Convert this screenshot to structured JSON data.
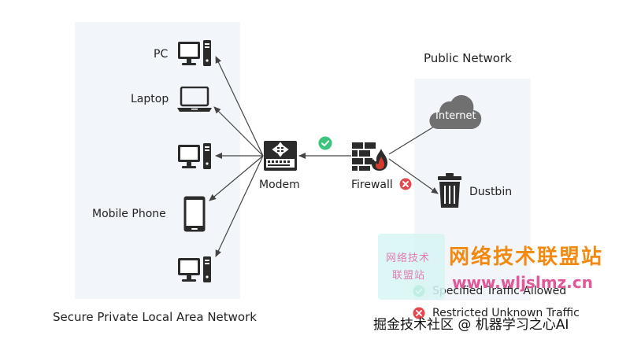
{
  "labels": {
    "lan_title": "Secure Private Local Area Network",
    "public_title": "Public Network",
    "pc": "PC",
    "laptop": "Laptop",
    "mobile_phone": "Mobile Phone",
    "modem": "Modem",
    "firewall": "Firewall",
    "internet": "Internet",
    "dustbin": "Dustbin"
  },
  "legend": {
    "allowed": "Specified Traffic Allowed",
    "restricted": "Restricted Unknown Traffic"
  },
  "watermark": {
    "box_line1": "网络技术",
    "box_line2": "联盟站",
    "title": "网络技术联盟站",
    "url": "www.wljslmz.cn",
    "bottom": "掘金技术社区 @ 机器学习之心AI"
  },
  "colors": {
    "panel": "#f2f5f9",
    "device": "#2b2b2b",
    "arrow": "#444444",
    "allowed": "#3cc47c",
    "blocked": "#e5484d",
    "firewall_flame": "#d43b2f",
    "cloud": "#6f6f6f"
  },
  "icons": {
    "pc": "desktop-computer-icon",
    "laptop": "laptop-icon",
    "phone": "mobile-phone-icon",
    "modem": "router-icon",
    "firewall": "firewall-icon",
    "cloud": "cloud-icon",
    "bin": "trash-bin-icon",
    "ok": "check-circle-icon",
    "no": "cross-circle-icon"
  }
}
